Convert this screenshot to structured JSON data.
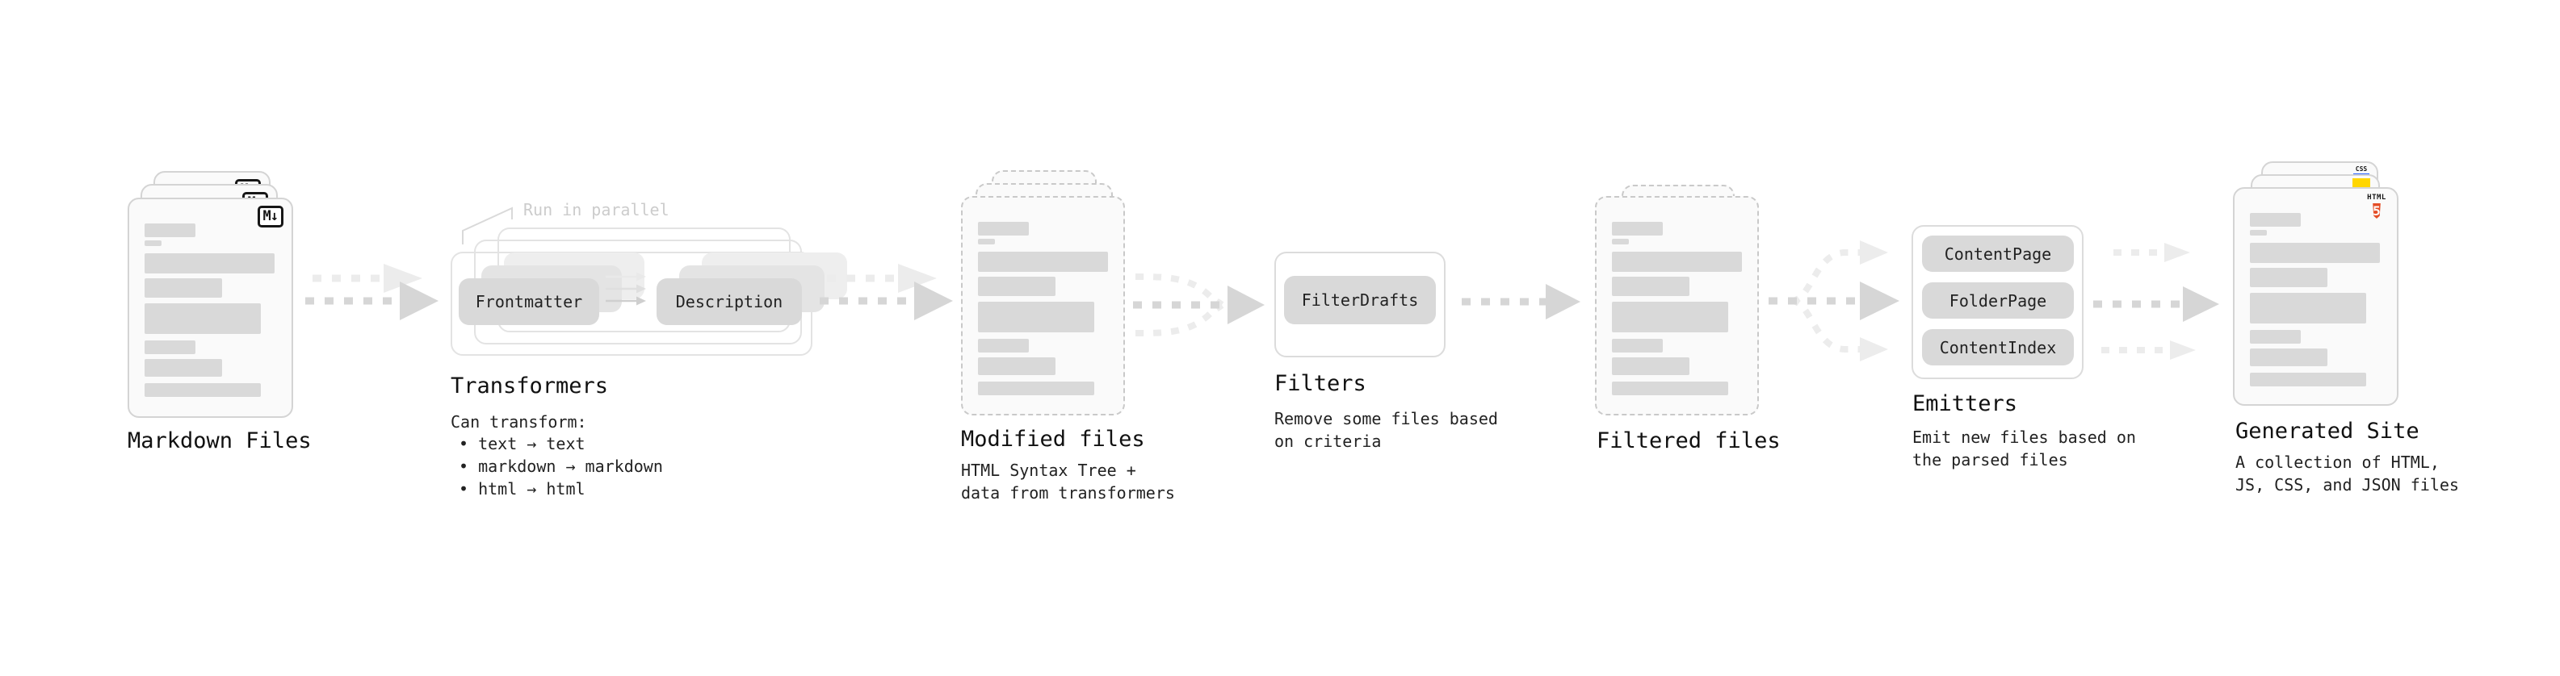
{
  "colors": {
    "canvas_bg": "#ffffff",
    "card_fill": "#fafafa",
    "card_border": "#d4d4d4",
    "placeholder_bar": "#d9d9d9",
    "pill_fill": "#d9d9d9",
    "arrow_dark": "#d6d6d6",
    "arrow_light": "#ececec",
    "annotation_text": "#cccccc",
    "title_text": "#111111",
    "body_text": "#222222",
    "html5_orange": "#e44d26",
    "js_yellow": "#ffd600",
    "css_blue": "#2962ff"
  },
  "stages": {
    "markdown": {
      "label": "Markdown Files",
      "file_badge": "M↓"
    },
    "transformers": {
      "annotation": "Run in parallel",
      "pill_left": "Frontmatter",
      "pill_right": "Description",
      "label": "Transformers",
      "desc_heading": "Can transform:",
      "bullets": [
        "text → text",
        "markdown → markdown",
        "html → html"
      ]
    },
    "modified": {
      "label": "Modified files",
      "desc_line1": "HTML Syntax Tree +",
      "desc_line2": "data from transformers"
    },
    "filters": {
      "label": "Filters",
      "pill": "FilterDrafts",
      "desc_line1": "Remove some files based",
      "desc_line2": "on criteria"
    },
    "filtered": {
      "label": "Filtered files"
    },
    "emitters": {
      "label": "Emitters",
      "pills": [
        "ContentPage",
        "FolderPage",
        "ContentIndex"
      ],
      "desc_line1": "Emit new files based on",
      "desc_line2": "the parsed files"
    },
    "generated": {
      "label": "Generated Site",
      "desc_line1": "A collection of HTML,",
      "desc_line2": "JS, CSS, and JSON files",
      "css_badge": "CSS",
      "html_badge_label": "HTML",
      "html_badge_number": "5"
    }
  }
}
